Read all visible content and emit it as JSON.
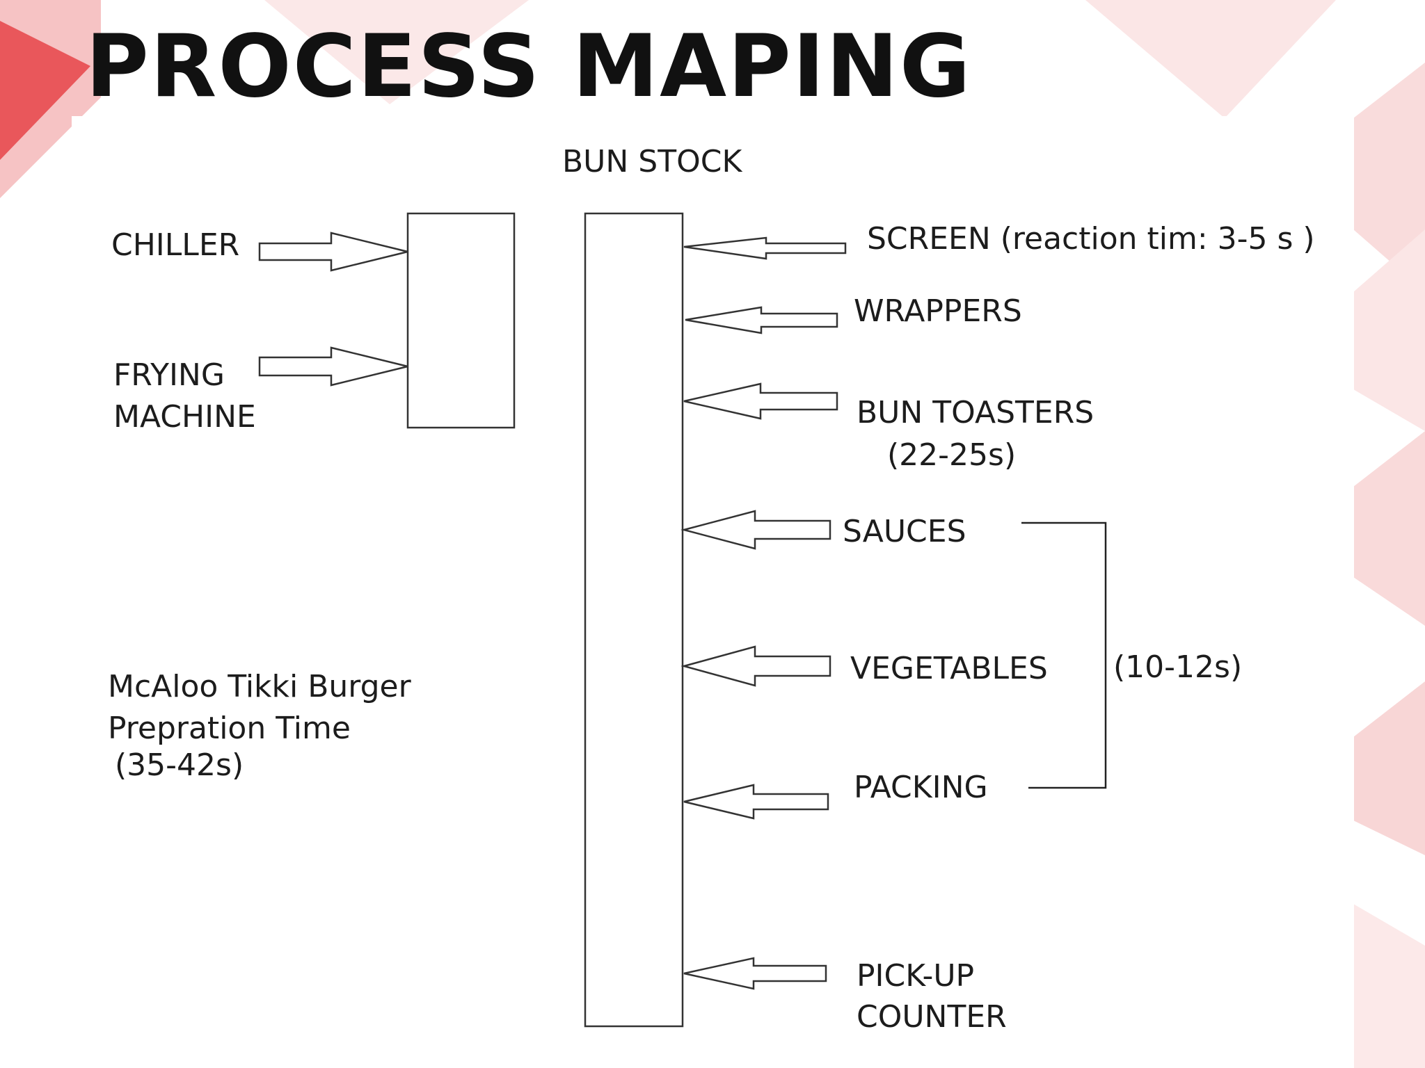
{
  "slide": {
    "title": "PROCESS MAPING",
    "accent_color": "#e8474c"
  },
  "diagram": {
    "top_label": "BUN STOCK",
    "left_inputs": [
      {
        "label": "CHILLER"
      },
      {
        "label_line1": "FRYING",
        "label_line2": "MACHINE"
      }
    ],
    "right_stations": [
      {
        "label": "SCREEN (reaction tim: 3-5 s )"
      },
      {
        "label": "WRAPPERS"
      },
      {
        "label": "BUN TOASTERS",
        "time": "(22-25s)"
      },
      {
        "label": "SAUCES"
      },
      {
        "label": "VEGETABLES"
      },
      {
        "label": "PACKING"
      },
      {
        "label_line1": "PICK-UP",
        "label_line2": "COUNTER"
      }
    ],
    "group_time": "(10-12s)",
    "prep_note": {
      "line1": "McAloo Tikki Burger",
      "line2": "Prepration Time",
      "line3": "(35-42s)"
    }
  }
}
